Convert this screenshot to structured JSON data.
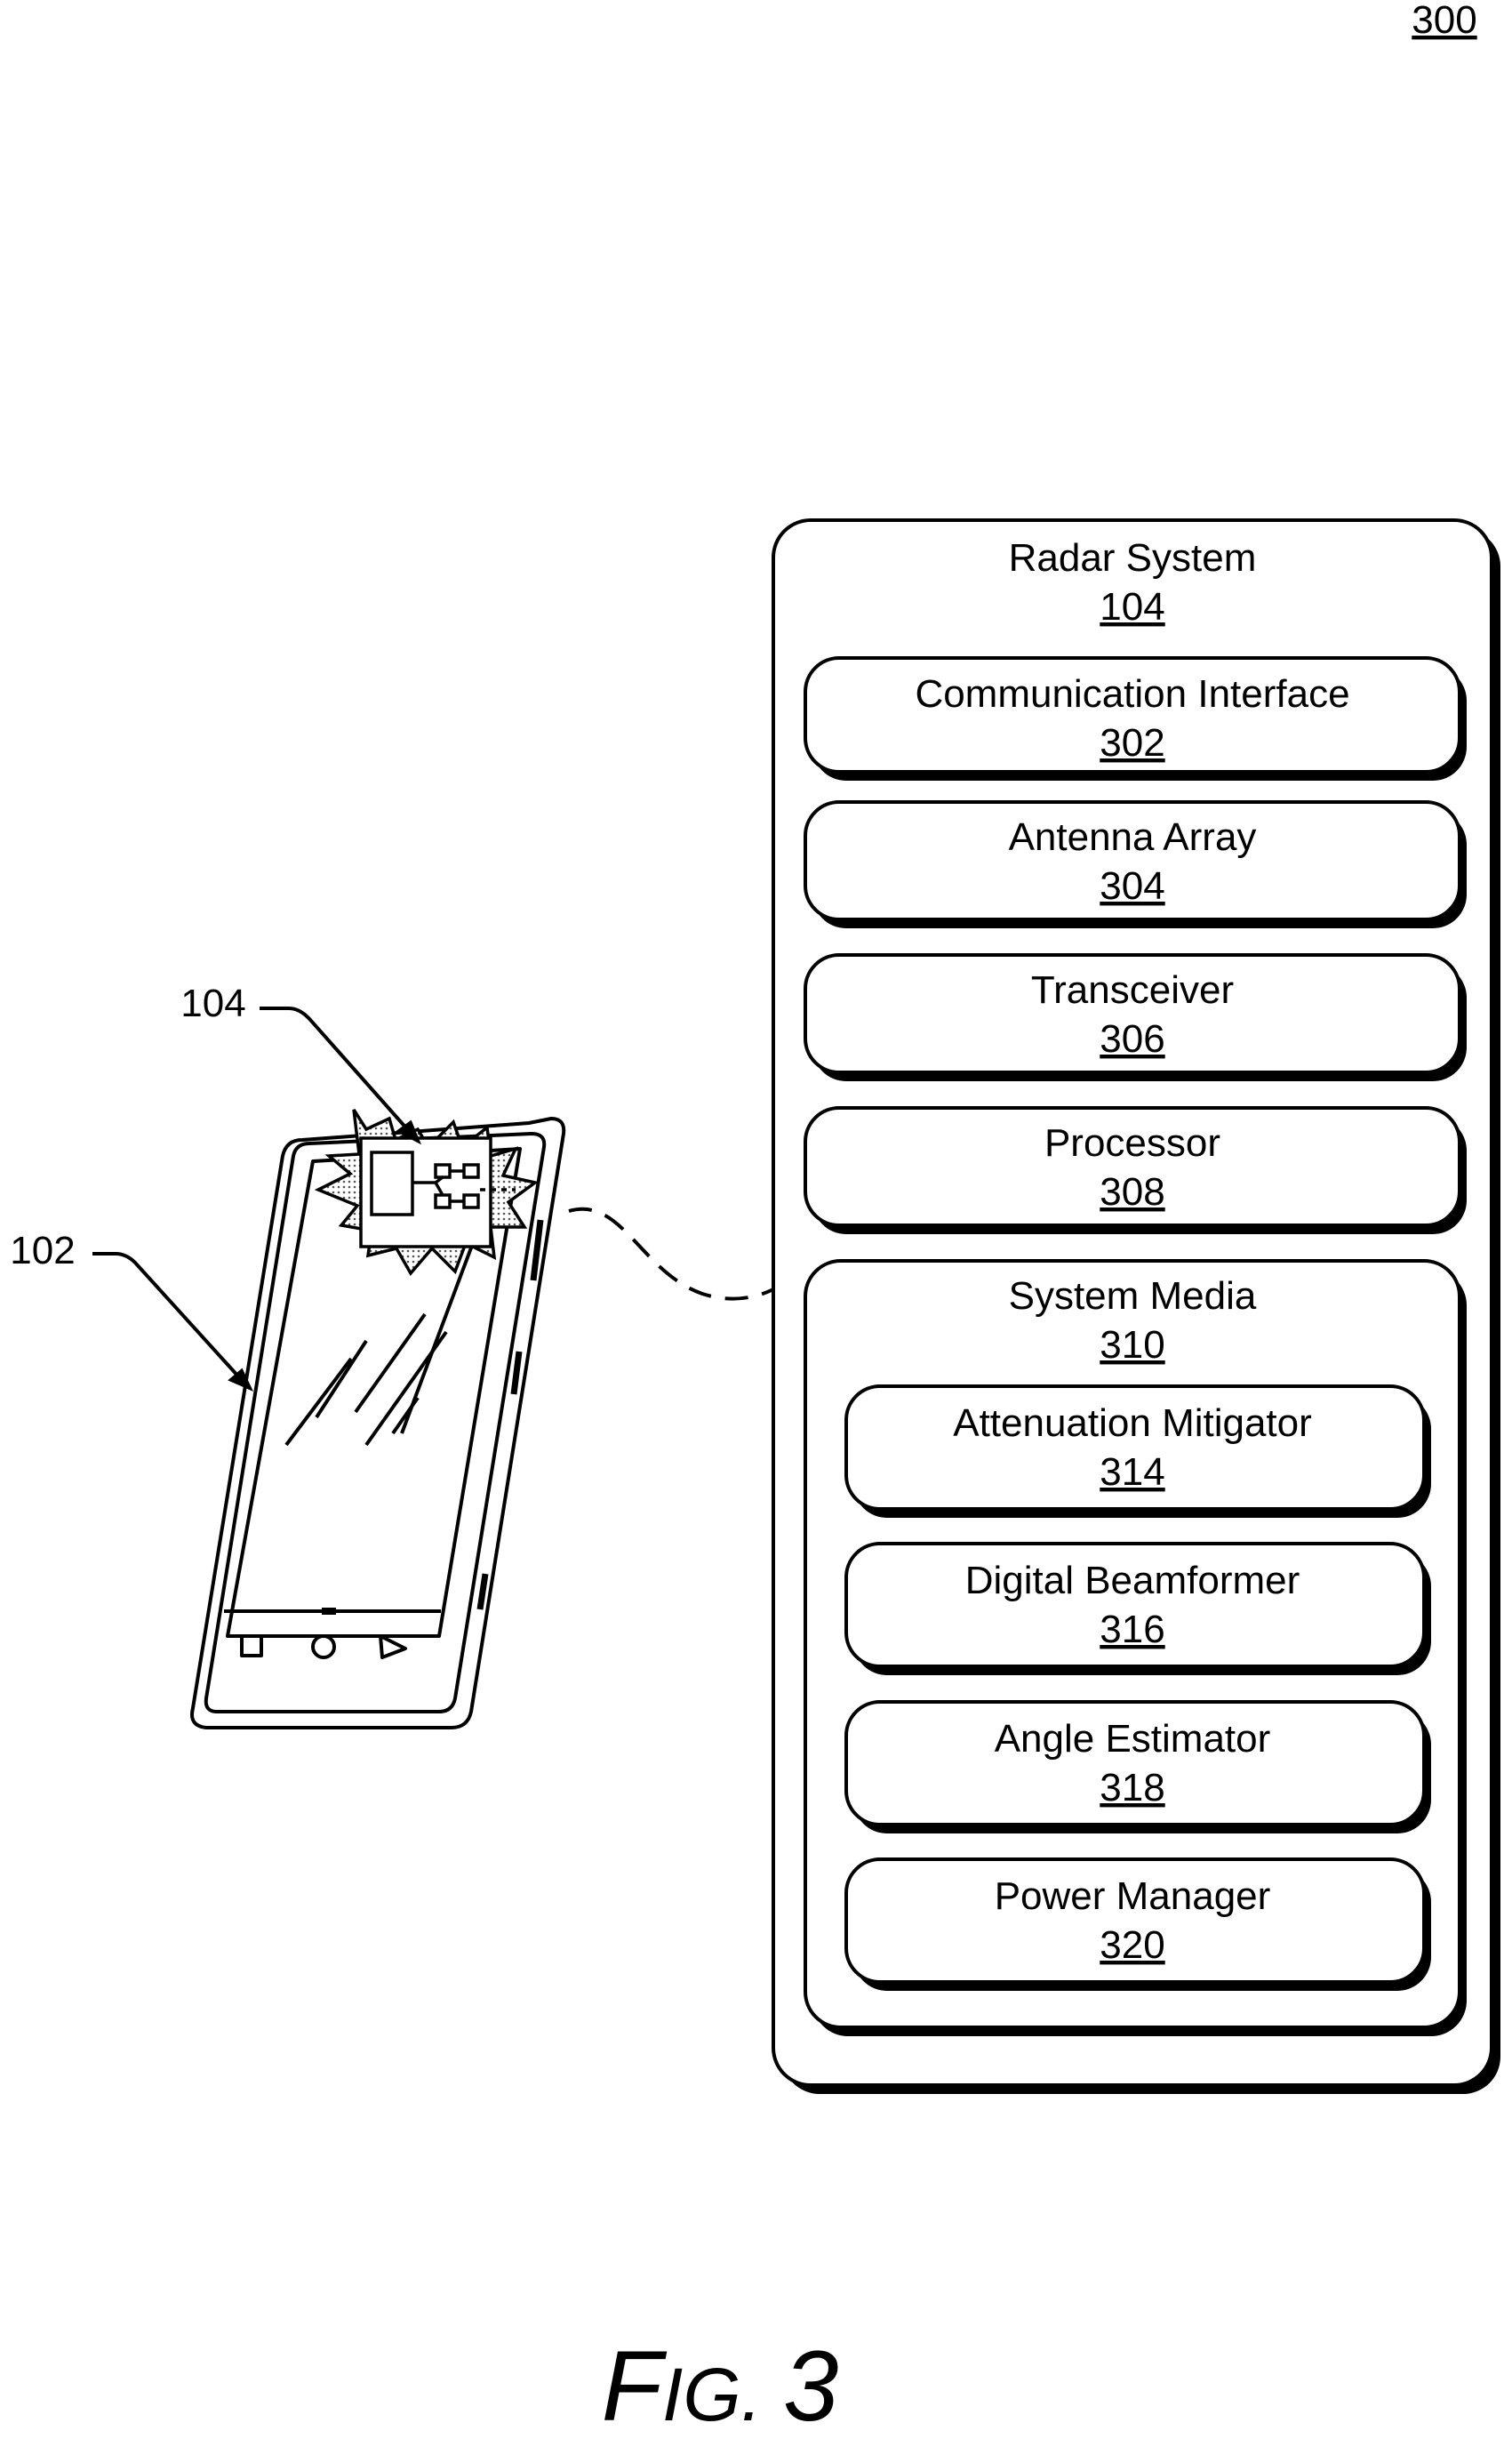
{
  "figure_ref": "300",
  "figure_caption": {
    "prefix": "F",
    "small_caps": "IG.",
    "number": "3"
  },
  "device": {
    "label_device": "102",
    "label_radar": "104"
  },
  "radar_system": {
    "title": "Radar System",
    "number": "104",
    "components": [
      {
        "title": "Communication Interface",
        "number": "302"
      },
      {
        "title": "Antenna Array",
        "number": "304"
      },
      {
        "title": "Transceiver",
        "number": "306"
      },
      {
        "title": "Processor",
        "number": "308"
      }
    ],
    "system_media": {
      "title": "System Media",
      "number": "310",
      "modules": [
        {
          "title": "Attenuation Mitigator",
          "number": "314"
        },
        {
          "title": "Digital Beamformer",
          "number": "316"
        },
        {
          "title": "Angle Estimator",
          "number": "318"
        },
        {
          "title": "Power Manager",
          "number": "320"
        }
      ]
    }
  }
}
